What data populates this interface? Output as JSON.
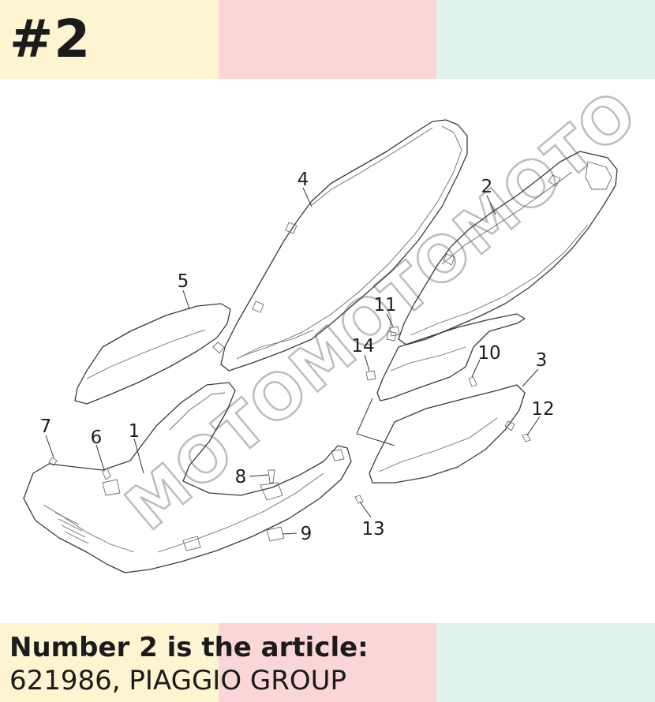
{
  "header": {
    "badge": "#2"
  },
  "footer": {
    "headline": "Number 2 is the article:",
    "article_line": "621986, PIAGGIO GROUP"
  },
  "diagram": {
    "labels": [
      "4",
      "2",
      "5",
      "11",
      "14",
      "10",
      "3",
      "12",
      "7",
      "6",
      "1",
      "8",
      "9",
      "13"
    ],
    "watermark": "MOTOMOTOMOTO"
  },
  "colors": {
    "band_yellow": "#fdf4d1",
    "band_pink": "#fbd6d6",
    "band_mint": "#e1f3ec",
    "text": "#1b1b1b"
  }
}
